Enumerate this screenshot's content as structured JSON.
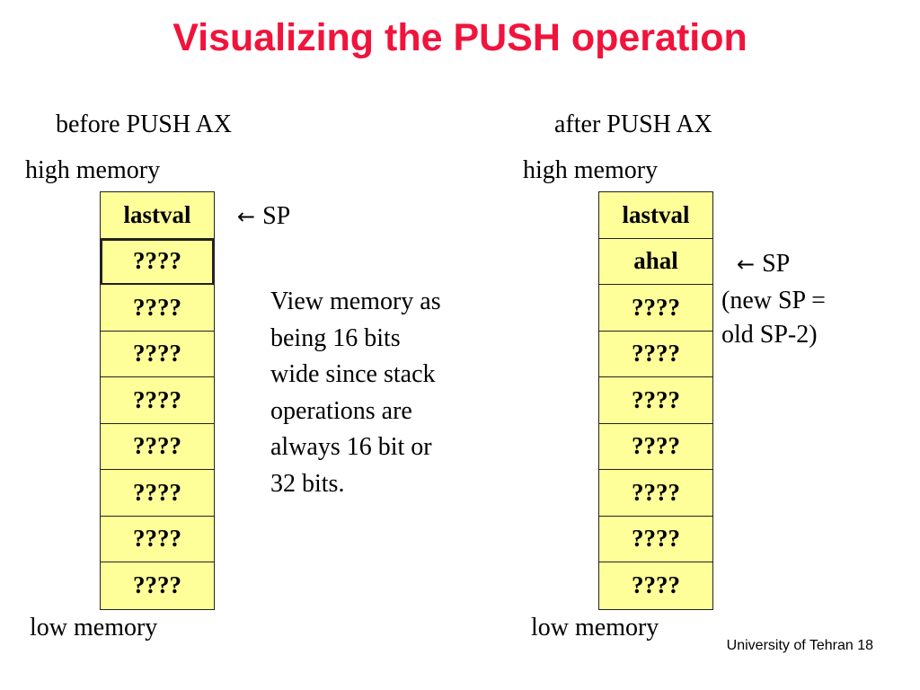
{
  "title": "Visualizing the PUSH operation",
  "before": {
    "caption": "before PUSH AX",
    "high_label": "high memory",
    "low_label": "low memory",
    "cells": [
      "lastval",
      "????",
      "????",
      "????",
      "????",
      "????",
      "????",
      "????",
      "????"
    ],
    "sp_arrow": "←",
    "sp_label": "SP"
  },
  "after": {
    "caption": "after PUSH AX",
    "high_label": "high memory",
    "low_label": "low memory",
    "cells": [
      "lastval",
      "ahal",
      "????",
      "????",
      "????",
      "????",
      "????",
      "????",
      "????"
    ],
    "sp_arrow": "←",
    "sp_label": "SP",
    "sp_note_line1": "(new SP =",
    "sp_note_line2": "old SP-2)"
  },
  "note_lines": [
    "View memory as",
    "being 16 bits",
    "wide since stack",
    "operations are",
    "always 16 bit or",
    "32 bits."
  ],
  "footer": "University of Tehran 18",
  "colors": {
    "title": "#f0143c",
    "cell_fill": "#ffff99"
  }
}
